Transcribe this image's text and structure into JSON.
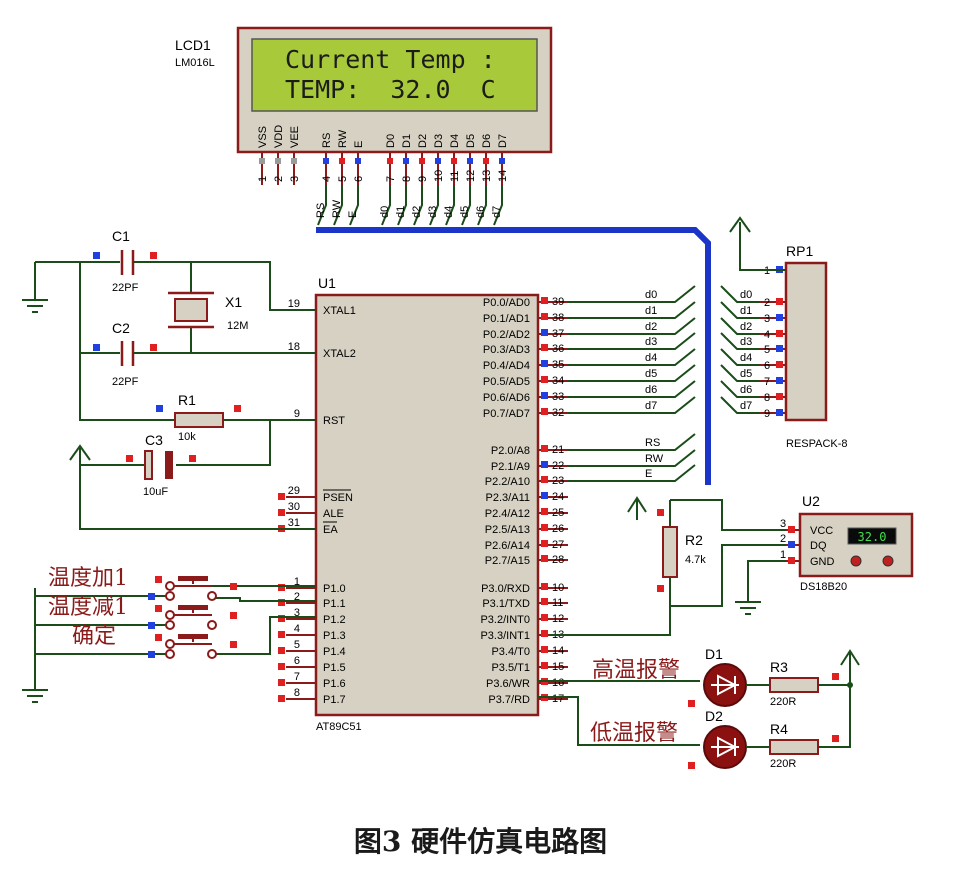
{
  "caption": "图3  硬件仿真电路图",
  "lcd": {
    "ref": "LCD1",
    "model": "LM016L",
    "line1": "Current Temp :",
    "line2": "TEMP:  32.0  C",
    "pins": [
      {
        "name": "VSS",
        "num": "1"
      },
      {
        "name": "VDD",
        "num": "2"
      },
      {
        "name": "VEE",
        "num": "3"
      },
      {
        "name": "RS",
        "num": "4"
      },
      {
        "name": "RW",
        "num": "5"
      },
      {
        "name": "E",
        "num": "6"
      },
      {
        "name": "D0",
        "num": "7"
      },
      {
        "name": "D1",
        "num": "8"
      },
      {
        "name": "D2",
        "num": "9"
      },
      {
        "name": "D3",
        "num": "10"
      },
      {
        "name": "D4",
        "num": "11"
      },
      {
        "name": "D5",
        "num": "12"
      },
      {
        "name": "D6",
        "num": "13"
      },
      {
        "name": "D7",
        "num": "14"
      }
    ],
    "bus_labels": [
      "RS",
      "RW",
      "E",
      "d0",
      "d1",
      "d2",
      "d3",
      "d4",
      "d5",
      "d6",
      "d7"
    ]
  },
  "mcu": {
    "ref": "U1",
    "model": "AT89C51",
    "left_pins": [
      {
        "num": "19",
        "name": "XTAL1"
      },
      {
        "num": "18",
        "name": "XTAL2"
      },
      {
        "num": "9",
        "name": "RST"
      },
      {
        "num": "29",
        "name": "PSEN"
      },
      {
        "num": "30",
        "name": "ALE"
      },
      {
        "num": "31",
        "name": "EA"
      },
      {
        "num": "1",
        "name": "P1.0"
      },
      {
        "num": "2",
        "name": "P1.1"
      },
      {
        "num": "3",
        "name": "P1.2"
      },
      {
        "num": "4",
        "name": "P1.3"
      },
      {
        "num": "5",
        "name": "P1.4"
      },
      {
        "num": "6",
        "name": "P1.5"
      },
      {
        "num": "7",
        "name": "P1.6"
      },
      {
        "num": "8",
        "name": "P1.7"
      }
    ],
    "right_pins": [
      {
        "num": "39",
        "name": "P0.0/AD0",
        "net": "d0"
      },
      {
        "num": "38",
        "name": "P0.1/AD1",
        "net": "d1"
      },
      {
        "num": "37",
        "name": "P0.2/AD2",
        "net": "d2"
      },
      {
        "num": "36",
        "name": "P0.3/AD3",
        "net": "d3"
      },
      {
        "num": "35",
        "name": "P0.4/AD4",
        "net": "d4"
      },
      {
        "num": "34",
        "name": "P0.5/AD5",
        "net": "d5"
      },
      {
        "num": "33",
        "name": "P0.6/AD6",
        "net": "d6"
      },
      {
        "num": "32",
        "name": "P0.7/AD7",
        "net": "d7"
      },
      {
        "num": "21",
        "name": "P2.0/A8",
        "net": "RS"
      },
      {
        "num": "22",
        "name": "P2.1/A9",
        "net": "RW"
      },
      {
        "num": "23",
        "name": "P2.2/A10",
        "net": "E"
      },
      {
        "num": "24",
        "name": "P2.3/A11",
        "net": ""
      },
      {
        "num": "25",
        "name": "P2.4/A12",
        "net": ""
      },
      {
        "num": "26",
        "name": "P2.5/A13",
        "net": ""
      },
      {
        "num": "27",
        "name": "P2.6/A14",
        "net": ""
      },
      {
        "num": "28",
        "name": "P2.7/A15",
        "net": ""
      },
      {
        "num": "10",
        "name": "P3.0/RXD",
        "net": ""
      },
      {
        "num": "11",
        "name": "P3.1/TXD",
        "net": ""
      },
      {
        "num": "12",
        "name": "P3.2/INT0",
        "net": ""
      },
      {
        "num": "13",
        "name": "P3.3/INT1",
        "net": ""
      },
      {
        "num": "14",
        "name": "P3.4/T0",
        "net": ""
      },
      {
        "num": "15",
        "name": "P3.5/T1",
        "net": ""
      },
      {
        "num": "16",
        "name": "P3.6/WR",
        "net": ""
      },
      {
        "num": "17",
        "name": "P3.7/RD",
        "net": ""
      }
    ]
  },
  "rp1": {
    "ref": "RP1",
    "model": "RESPACK-8",
    "pins": [
      {
        "num": "1",
        "net": ""
      },
      {
        "num": "2",
        "net": "d0"
      },
      {
        "num": "3",
        "net": "d1"
      },
      {
        "num": "4",
        "net": "d2"
      },
      {
        "num": "5",
        "net": "d3"
      },
      {
        "num": "6",
        "net": "d4"
      },
      {
        "num": "7",
        "net": "d5"
      },
      {
        "num": "8",
        "net": "d6"
      },
      {
        "num": "9",
        "net": "d7"
      }
    ]
  },
  "c1": {
    "ref": "C1",
    "value": "22PF"
  },
  "c2": {
    "ref": "C2",
    "value": "22PF"
  },
  "c3": {
    "ref": "C3",
    "value": "10uF"
  },
  "x1": {
    "ref": "X1",
    "value": "12M"
  },
  "r1": {
    "ref": "R1",
    "value": "10k"
  },
  "r2": {
    "ref": "R2",
    "value": "4.7k"
  },
  "r3": {
    "ref": "R3",
    "value": "220R"
  },
  "r4": {
    "ref": "R4",
    "value": "220R"
  },
  "d1": {
    "ref": "D1"
  },
  "d2": {
    "ref": "D2"
  },
  "u2": {
    "ref": "U2",
    "model": "DS18B20",
    "pins": [
      {
        "num": "3",
        "name": "VCC"
      },
      {
        "num": "2",
        "name": "DQ"
      },
      {
        "num": "1",
        "name": "GND"
      }
    ],
    "display": "32.0"
  },
  "buttons": [
    "温度加1",
    "温度减1",
    "确定"
  ],
  "alarms": {
    "high": "高温报警",
    "low": "低温报警"
  },
  "colors": {
    "wire": "#1b4d1b",
    "pin": "#8b1a1a",
    "body": "#d6d1c2",
    "lcd_screen": "#a8c93a",
    "bus": "#1a35c8",
    "pin_high": "#e02020",
    "pin_low": "#2040e0"
  }
}
